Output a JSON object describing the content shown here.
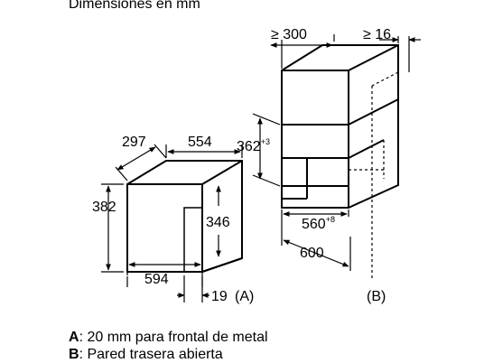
{
  "title": "Dimensiones en mm",
  "figure_a": {
    "depth": "297",
    "width_top": "554",
    "height_outer": "382",
    "height_front": "346",
    "width_bottom": "594",
    "protrusion": "19",
    "label": "(A)"
  },
  "figure_b": {
    "min_depth": "≥ 300",
    "min_gap": "≥ 16",
    "niche_height": "362",
    "niche_height_tol": "+3",
    "niche_width": "560",
    "niche_width_tol": "+8",
    "outer_width": "600",
    "label": "(B)"
  },
  "notes": [
    {
      "key": "A",
      "text": ": 20 mm para frontal de metal"
    },
    {
      "key": "B",
      "text": ": Pared trasera abierta"
    }
  ]
}
